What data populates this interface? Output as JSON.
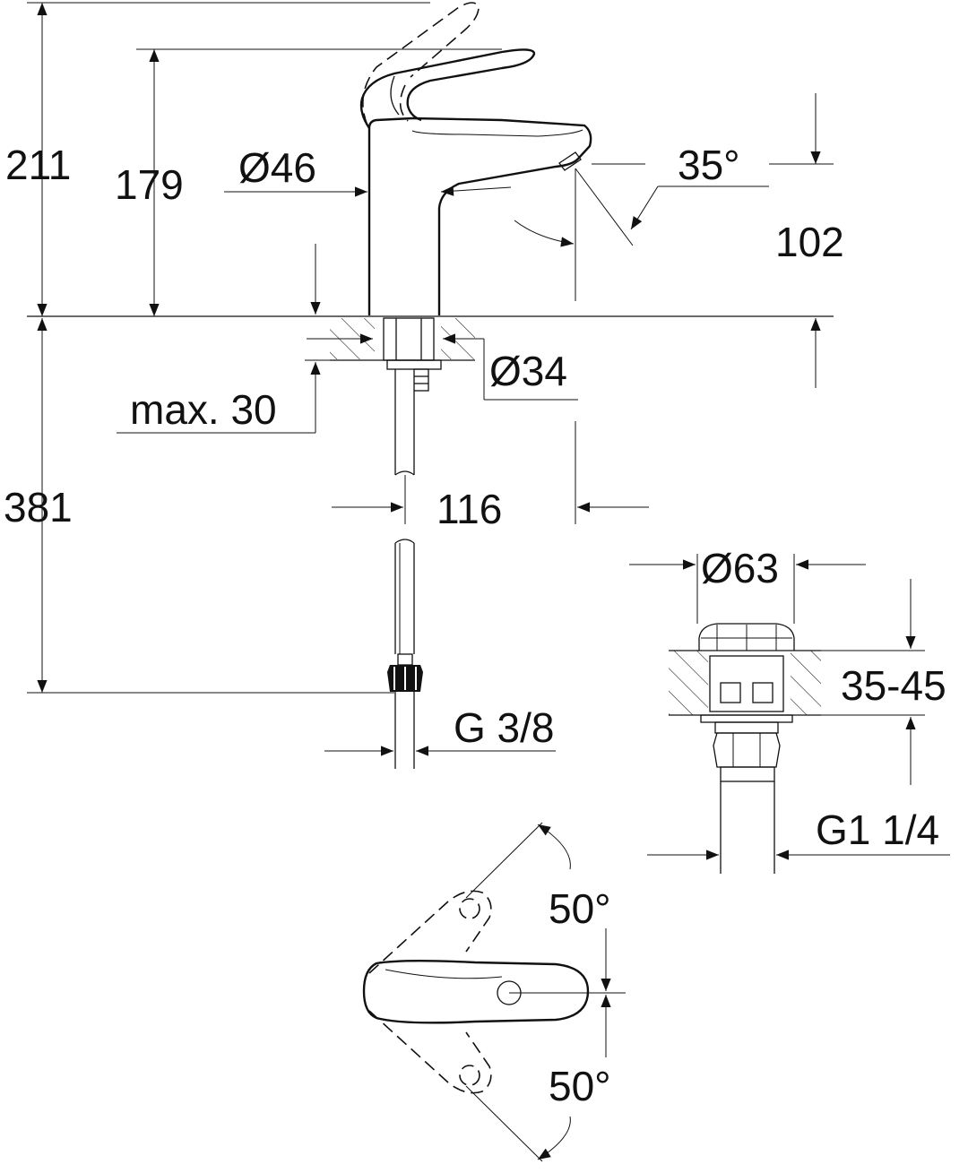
{
  "dimensions": {
    "total_height": "211",
    "spout_height": "179",
    "body_diameter": "Ø46",
    "spray_angle": "35°",
    "spout_outlet_height": "102",
    "hole_diameter": "Ø34",
    "max_deck_thickness": "max. 30",
    "hose_length": "381",
    "projection": "116",
    "hose_connection": "G 3/8",
    "waste_diameter": "Ø63",
    "waste_deck_range": "35-45",
    "waste_connection": "G1 1/4",
    "lever_angle_top": "50°",
    "lever_angle_bottom": "50°"
  }
}
